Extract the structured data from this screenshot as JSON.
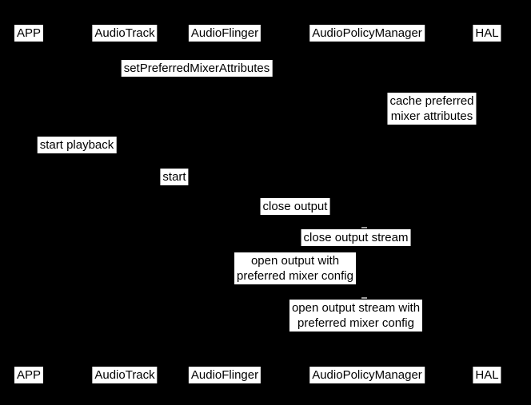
{
  "diagram": {
    "kind": "sequence-diagram",
    "background_color": "#000000",
    "label_bg_color": "#ffffff",
    "label_text_color": "#000000",
    "arrowhead_tick_color": "#9a9a9a",
    "actors": [
      {
        "label": "APP"
      },
      {
        "label": "AudioTrack"
      },
      {
        "label": "AudioFlinger"
      },
      {
        "label": "AudioPolicyManager"
      },
      {
        "label": "HAL"
      }
    ],
    "messages": [
      {
        "label": "setPreferredMixerAttributes"
      },
      {
        "label": "cache preferred\nmixer attributes"
      },
      {
        "label": "start playback"
      },
      {
        "label": "start"
      },
      {
        "label": "close output"
      },
      {
        "label": "close output stream"
      },
      {
        "label": "open output with\npreferred mixer config"
      },
      {
        "label": "open output stream with\npreferred mixer config"
      }
    ]
  }
}
